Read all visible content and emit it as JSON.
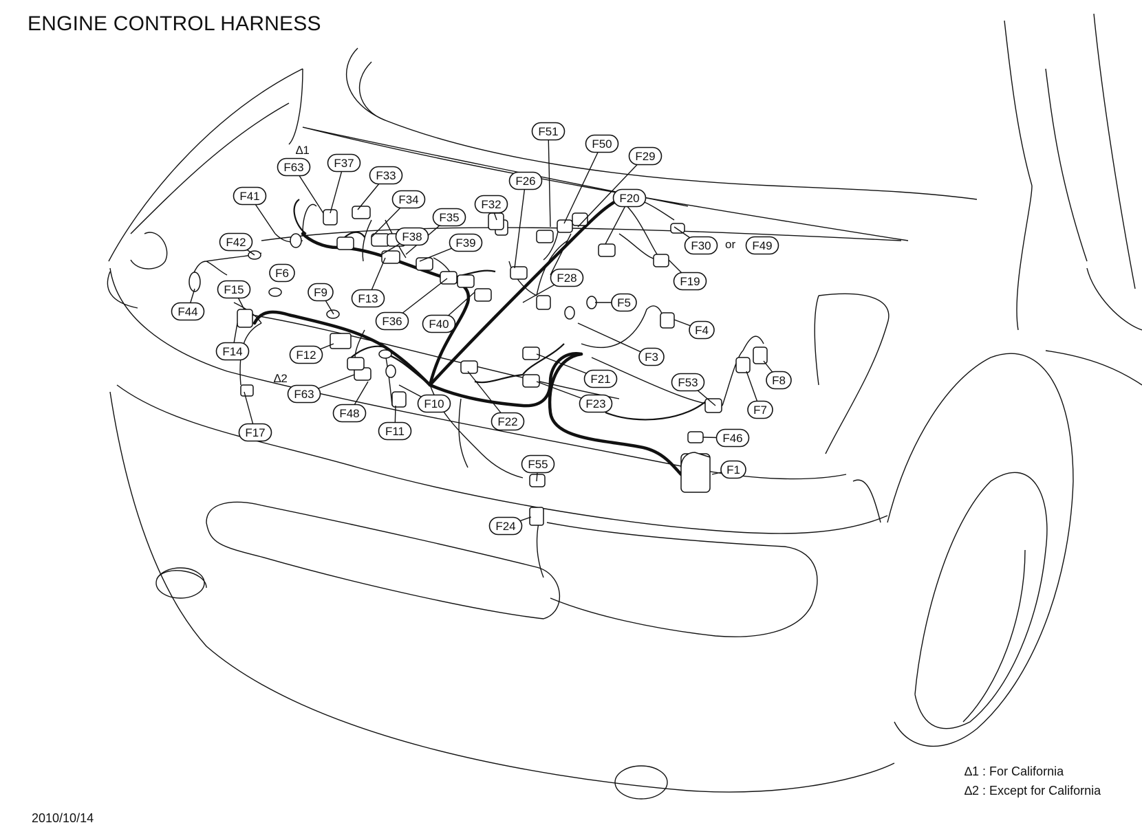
{
  "title": "ENGINE CONTROL HARNESS",
  "date": "2010/10/14",
  "legend": [
    {
      "mark": "∆1",
      "text": ": For California"
    },
    {
      "mark": "∆2",
      "text": ": Except for California"
    }
  ],
  "notes": {
    "star1": "∆1",
    "star2": "∆2",
    "or_word": "or"
  },
  "connectors": [
    "F1",
    "F3",
    "F4",
    "F5",
    "F6",
    "F7",
    "F8",
    "F9",
    "F10",
    "F11",
    "F12",
    "F13",
    "F14",
    "F15",
    "F17",
    "F19",
    "F20",
    "F21",
    "F22",
    "F23",
    "F24",
    "F26",
    "F28",
    "F29",
    "F30",
    "F32",
    "F33",
    "F34",
    "F35",
    "F36",
    "F37",
    "F38",
    "F39",
    "F40",
    "F41",
    "F42",
    "F44",
    "F46",
    "F48",
    "F49",
    "F50",
    "F51",
    "F53",
    "F55",
    "F63 (∆1)",
    "F63 (∆2)"
  ]
}
